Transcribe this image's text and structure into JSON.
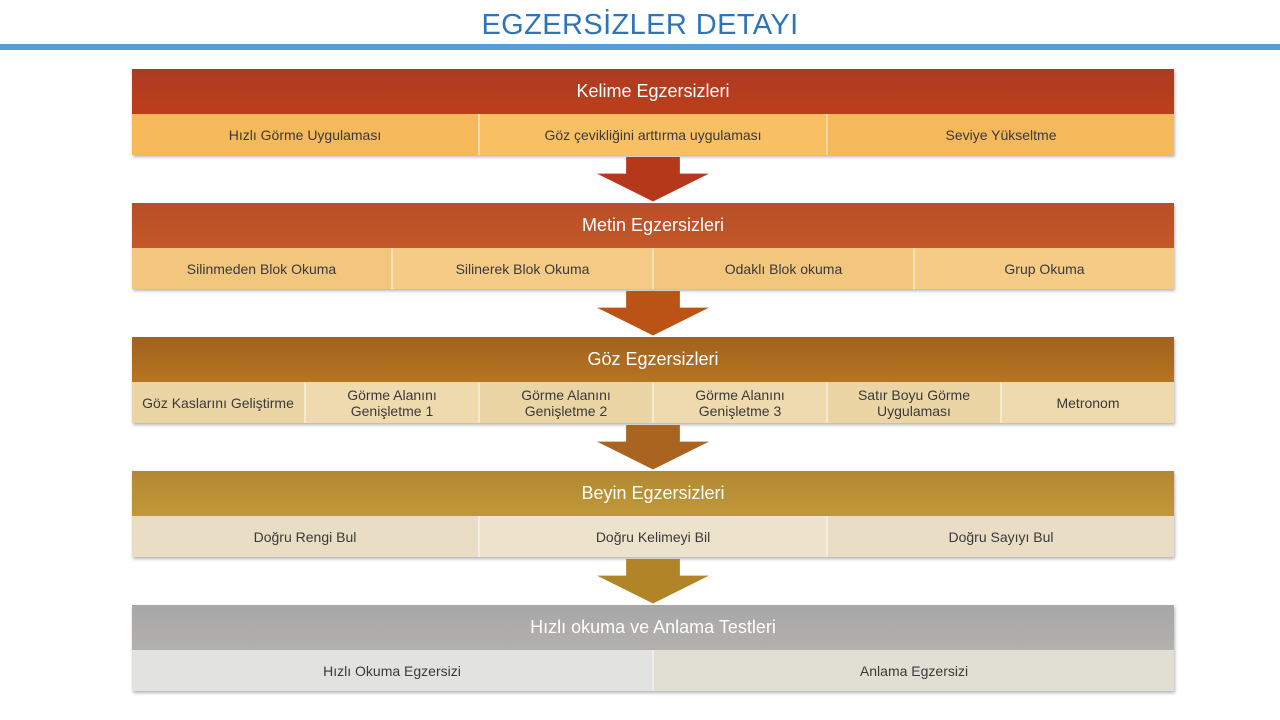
{
  "title": "EGZERSİZLER DETAYI",
  "theme": {
    "title_color": "#2E75B6",
    "accent_line_color": "#5B9BD5",
    "header_text_color": "#FFFFFF",
    "item_text_color": "#3A3A3A"
  },
  "sections": [
    {
      "id": "kelime-egzersizleri",
      "header": "Kelime Egzersizleri",
      "header_color_top": "#AC3A23",
      "header_color_bottom": "#BC3F1A",
      "item_colors": [
        "#F5B85A",
        "#F9BF63",
        "#F5B85A"
      ],
      "items": [
        "Hızlı Görme Uygulaması",
        "Göz çevikliğini arttırma uygulaması",
        "Seviye Yükseltme"
      ],
      "arrow_after_color": "#B5381B"
    },
    {
      "id": "metin-egzersizleri",
      "header": "Metin Egzersizleri",
      "header_color_top": "#B84E27",
      "header_color_bottom": "#C45829",
      "item_colors": [
        "#F3C67E",
        "#F6CB86",
        "#F3C67E",
        "#F6CB86"
      ],
      "items": [
        "Silinmeden Blok Okuma",
        "Silinerek Blok Okuma",
        "Odaklı Blok okuma",
        "Grup Okuma"
      ],
      "arrow_after_color": "#BC5316"
    },
    {
      "id": "goz-egzersizleri",
      "header": "Göz Egzersizleri",
      "header_color_top": "#A26120",
      "header_color_bottom": "#B57520",
      "item_colors": [
        "#ECD5A5",
        "#EFDAAE",
        "#ECD5A5",
        "#EFDAAE",
        "#ECD5A5",
        "#EFDAAE"
      ],
      "items": [
        "Göz Kaslarını Geliştirme",
        "Görme Alanını Genişletme 1",
        "Görme Alanını Genişletme 2",
        "Görme Alanını Genişletme 3",
        "Satır Boyu Görme Uygulaması",
        "Metronom"
      ],
      "arrow_after_color": "#A9641F"
    },
    {
      "id": "beyin-egzersizleri",
      "header": "Beyin Egzersizleri",
      "header_color_top": "#B28834",
      "header_color_bottom": "#C09838",
      "item_colors": [
        "#E9DEC5",
        "#EDE2CC",
        "#E9DEC5"
      ],
      "items": [
        "Doğru Rengi Bul",
        "Doğru Kelimeyi Bil",
        "Doğru Sayıyı Bul"
      ],
      "arrow_after_color": "#B08427"
    },
    {
      "id": "hizli-okuma-ve-anlama-testleri",
      "header": "Hızlı okuma ve Anlama Testleri",
      "header_color_top": "#A7A7A7",
      "header_color_bottom": "#B3B1AE",
      "item_colors": [
        "#E2E2E0",
        "#E1DED4"
      ],
      "items": [
        "Hızlı Okuma Egzersizi",
        "Anlama Egzersizi"
      ],
      "arrow_after_color": null
    }
  ]
}
